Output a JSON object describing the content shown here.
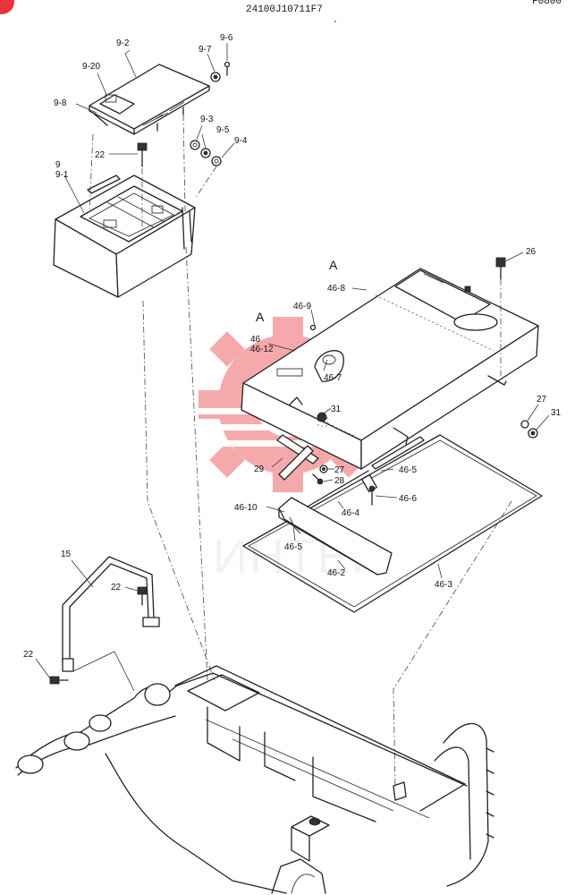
{
  "header": {
    "drawing_number": "24100J10711F7",
    "right_fragment": "F0800"
  },
  "watermark": {
    "text": "ИНТЕК",
    "color": "#e8353a"
  },
  "callouts": {
    "l_9_2": "9-2",
    "l_9_7": "9-7",
    "l_9_6": "9-6",
    "l_9_20": "9-20",
    "l_9_8": "9-8",
    "l_9_3": "9-3",
    "l_9_5": "9-5",
    "l_9_4": "9-4",
    "l_22_top": "22",
    "l_9": "9",
    "l_9_1": "9-1",
    "l_26": "26",
    "l_A_top": "A",
    "l_46_8": "46-8",
    "l_46_9": "46-9",
    "l_A_mid": "A",
    "l_46": "46",
    "l_46_12": "46-12",
    "l_46_7": "46-7",
    "l_27_right": "27",
    "l_31_right": "31",
    "l_31_mid": "31",
    "l_29": "29",
    "l_27_mid": "27",
    "l_28": "28",
    "l_46_5_right": "46-5",
    "l_46_6": "46-6",
    "l_46_10": "46-10",
    "l_46_4": "46-4",
    "l_46_5_left": "46-5",
    "l_46_2": "46-2",
    "l_46_3": "46-3",
    "l_15": "15",
    "l_22_mid": "22",
    "l_22_low": "22"
  }
}
